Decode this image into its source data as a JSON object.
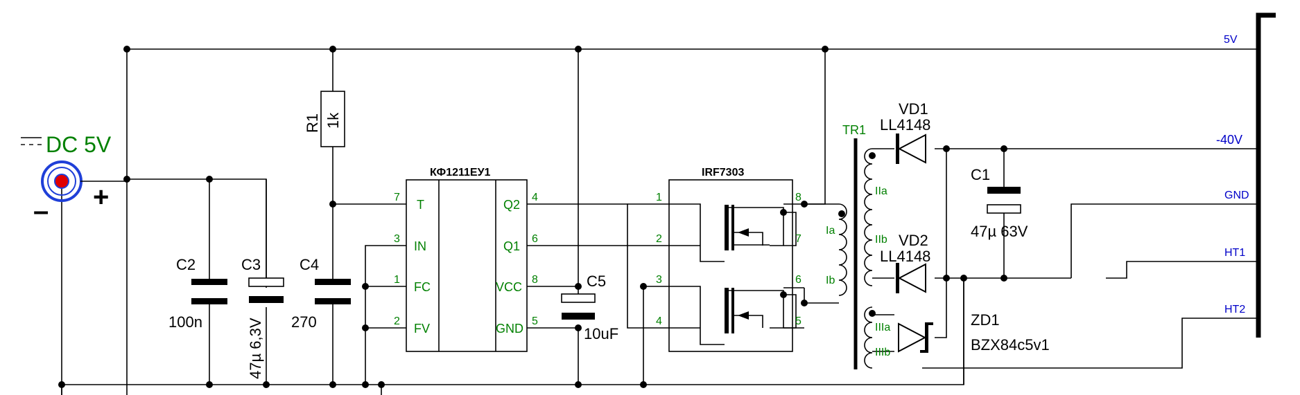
{
  "power_jack": {
    "label": "DC 5V",
    "plus": "+",
    "minus": "–"
  },
  "nets": {
    "v5": "5V",
    "v40": "-40V",
    "gnd": "GND",
    "ht1": "HT1",
    "ht2": "HT2"
  },
  "components": {
    "r1": {
      "ref": "R1",
      "value": "1k"
    },
    "c2": {
      "ref": "C2",
      "value": "100n"
    },
    "c3": {
      "ref": "C3",
      "value": "47µ 6,3V"
    },
    "c4": {
      "ref": "C4",
      "value": "270"
    },
    "c5": {
      "ref": "C5",
      "value": "10uF"
    },
    "c1": {
      "ref": "C1",
      "value": "47µ  63V"
    },
    "vd1": {
      "ref": "VD1",
      "value": "LL4148"
    },
    "vd2": {
      "ref": "VD2",
      "value": "LL4148"
    },
    "zd1": {
      "ref": "ZD1",
      "value": "BZX84c5v1"
    },
    "tr1": {
      "ref": "TR1",
      "windings": [
        "Ia",
        "Ib",
        "IIa",
        "IIb",
        "IIIa",
        "IIIb"
      ]
    }
  },
  "ic1": {
    "name": "КФ1211ЕУ1",
    "left_pins": [
      {
        "num": "7",
        "name": "T"
      },
      {
        "num": "3",
        "name": "IN"
      },
      {
        "num": "1",
        "name": "FC"
      },
      {
        "num": "2",
        "name": "FV"
      }
    ],
    "right_pins": [
      {
        "num": "4",
        "name": "Q2"
      },
      {
        "num": "6",
        "name": "Q1"
      },
      {
        "num": "8",
        "name": "VCC"
      },
      {
        "num": "5",
        "name": "GND"
      }
    ]
  },
  "ic2": {
    "name": "IRF7303",
    "left_pins": [
      "1",
      "2",
      "3",
      "4"
    ],
    "right_pins": [
      "8",
      "7",
      "6",
      "5"
    ]
  },
  "colors": {
    "component_text": "#000000",
    "pin_text": "#008000",
    "net_text": "#0000c8",
    "jack_ring": "#1f3fd8",
    "jack_center": "#e00000"
  }
}
